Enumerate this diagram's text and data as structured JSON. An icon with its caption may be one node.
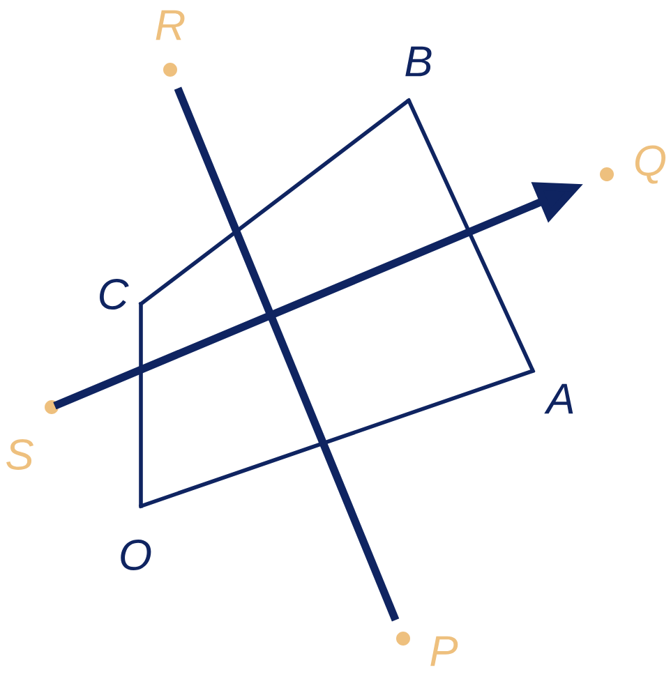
{
  "diagram": {
    "nodes": [
      {
        "text": [
          "R"
        ]
      },
      {
        "text": [
          "B"
        ]
      },
      {
        "text": [
          "Q"
        ]
      },
      {
        "text": [
          "C"
        ]
      },
      {
        "text": [
          "A"
        ]
      },
      {
        "text": [
          "S"
        ]
      },
      {
        "text": [
          "O"
        ]
      },
      {
        "text": [
          "P"
        ]
      }
    ],
    "edges": [
      {
        "from": 6,
        "to": 4,
        "arrow": "none"
      },
      {
        "from": 4,
        "to": 1,
        "arrow": "none"
      },
      {
        "from": 1,
        "to": 3,
        "arrow": "none"
      },
      {
        "from": 3,
        "to": 6,
        "arrow": "none"
      },
      {
        "from": 0,
        "to": 7,
        "arrow": "none",
        "style": "thick"
      },
      {
        "from": 5,
        "to": 2,
        "arrow": "to",
        "style": "thick"
      }
    ]
  }
}
